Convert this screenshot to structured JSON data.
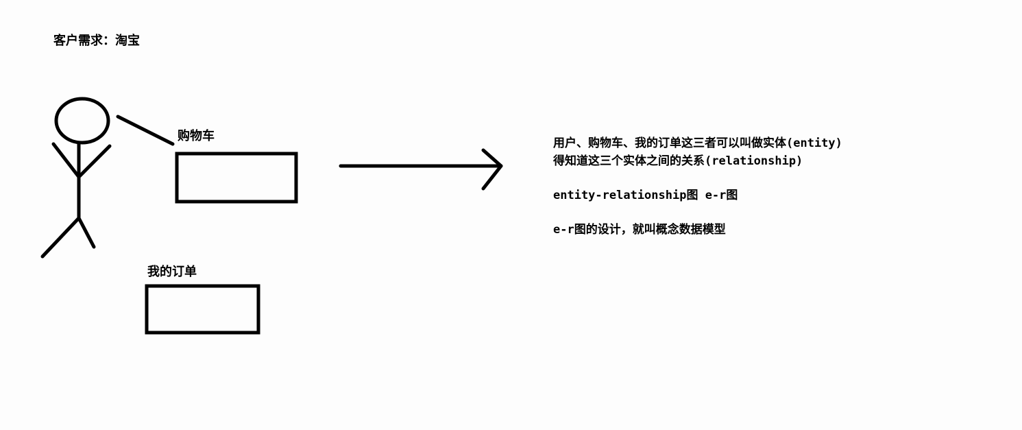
{
  "title": "客户需求：淘宝",
  "entities": {
    "cart": "购物车",
    "orders": "我的订单"
  },
  "notes": {
    "line1": "用户、购物车、我的订单这三者可以叫做实体(entity)",
    "line2": "得知道这三个实体之间的关系(relationship)",
    "line3": "entity-relationship图 e-r图",
    "line4": "e-r图的设计，就叫概念数据模型"
  },
  "colors": {
    "background": "#fdfdfd",
    "stroke": "#000000"
  }
}
